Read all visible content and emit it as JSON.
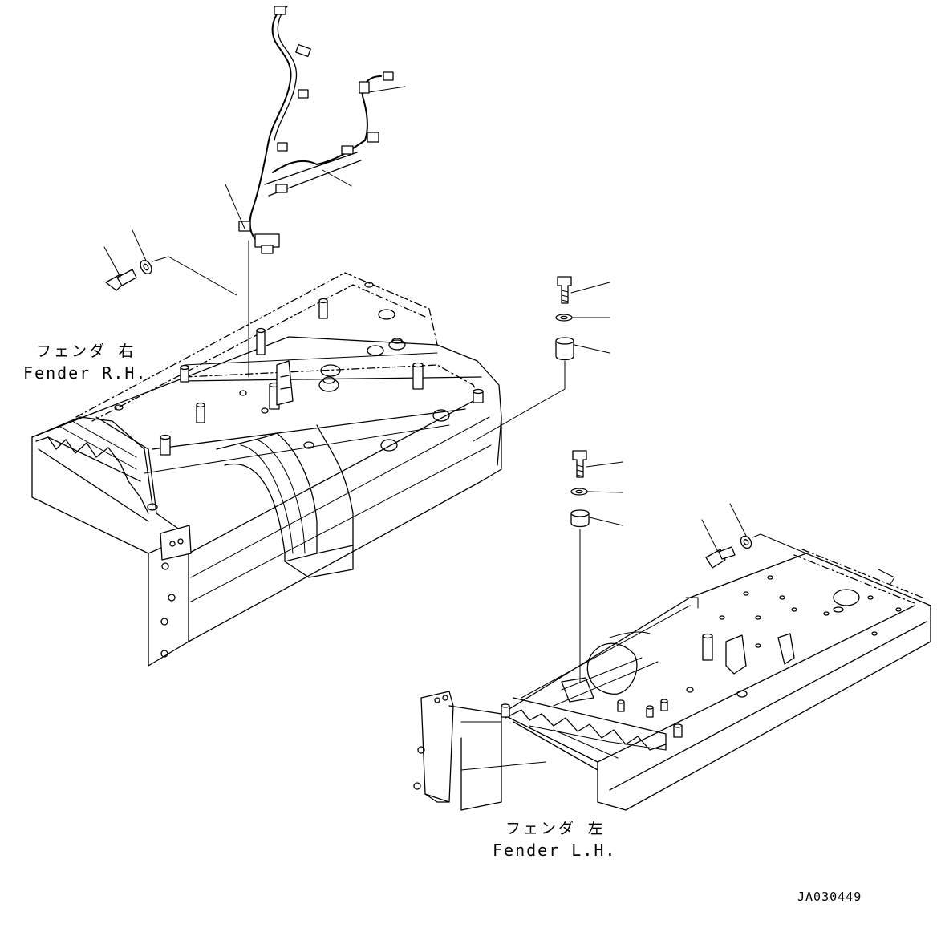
{
  "labels": {
    "fender_rh_jp": "フェンダ 右",
    "fender_rh_en": "Fender R.H.",
    "fender_lh_jp": "フェンダ 左",
    "fender_lh_en": "Fender L.H.",
    "drawing_code": "JA030449"
  },
  "colors": {
    "ink": "#000000",
    "paper": "#ffffff"
  }
}
